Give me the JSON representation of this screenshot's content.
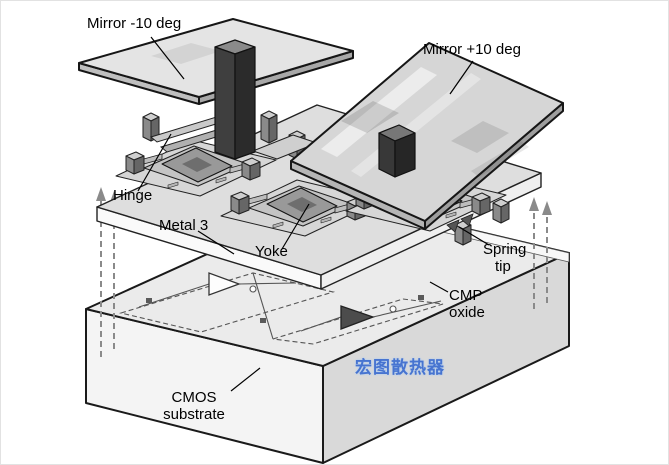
{
  "figure": {
    "labels": {
      "mirror_minus": "Mirror -10 deg",
      "mirror_plus": "Mirror +10 deg",
      "hinge": "Hinge",
      "metal3": "Metal 3",
      "yoke": "Yoke",
      "spring_line1": "Spring",
      "spring_line2": "tip",
      "cmp_line1": "CMP",
      "cmp_line2": "oxide",
      "cmos_line1": "CMOS",
      "cmos_line2": "substrate"
    },
    "watermark": "宏图散热器",
    "colors": {
      "background": "#ffffff",
      "outline": "#1a1a1a",
      "mirror_fill": "#dcdcdc",
      "structure_fill": "#c9c9c9",
      "substrate_top": "#ebebeb",
      "arrow_gray": "#8a8a8a",
      "watermark_blue": "#2e63cf"
    }
  }
}
